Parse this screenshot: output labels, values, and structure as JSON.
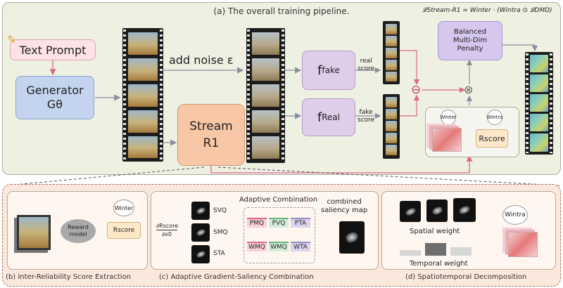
{
  "top_panel": {
    "title": "(a) The overall training pipeline.",
    "formula": "𝓛Stream-R1 = Winter · (Wintra ⊙ 𝓛DMD)",
    "text_prompt": "Text Prompt",
    "generator_line1": "Generator",
    "generator_line2": "Gθ",
    "add_noise": "add noise ε",
    "stream_line1": "Stream",
    "stream_line2": "R1",
    "f_fake_main": "f",
    "f_fake_sub": "fake",
    "f_real_main": "f",
    "f_real_sub": "Real",
    "real_score": "real\nscore",
    "fake_score": "fake\nscore",
    "minus_sign": "⊖",
    "times_sign": "⊗",
    "penalty": "Balanced\nMulti-Dim\nPenalty",
    "w_inter": "Winter",
    "w_intra": "Wintra",
    "r_score": "Rscore"
  },
  "panel_b": {
    "reward_model": "Reward\nmodel",
    "rscore": "Rscore",
    "w_inter": "Winter",
    "caption": "(b) Inter-Reliability Score Extraction"
  },
  "panel_c": {
    "grad_top": "∂Rscore",
    "grad_bot": "∂x0",
    "s_vq": "SVQ",
    "s_mq": "SMQ",
    "s_ta": "STA",
    "adaptive_title": "Adaptive Combination",
    "p_labels": [
      "PMQ",
      "PVQ",
      "PTA"
    ],
    "w_labels": [
      "WMQ",
      "WMQ",
      "WTA"
    ],
    "combined_label": "combined\nsaliency map",
    "caption": "(c) Adaptive Gradient-Saliency Combination"
  },
  "panel_d": {
    "spatial_label": "Spatial weight",
    "temporal_label": "Temporal weight",
    "w_intra": "Wintra",
    "caption": "(d) Spatiotemporal Decomposition"
  },
  "colors": {
    "text_prompt_bg": "#fde3e6",
    "generator_bg": "#c4d4ee",
    "stream_bg": "#f7c7a6",
    "f_bg": "#e0cdea",
    "penalty_bg": "#d5c7ee",
    "arrow_pink": "#d76a8a",
    "arrow_gray": "#8a8ea0"
  }
}
